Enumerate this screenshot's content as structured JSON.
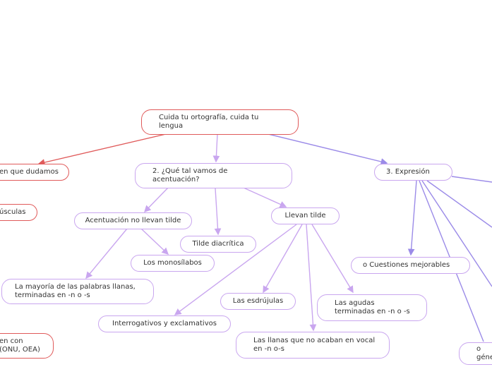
{
  "nodes": {
    "root": "Cuida tu ortografía, cuida tu\nlengua",
    "dudamos": "en que dudamos",
    "usculas": "úsculas",
    "siglas": "en con\n(ONU, OEA)",
    "acentuacion": "2.      ¿Qué tal vamos de\nacentuación?",
    "no_llevan": "Acentuación no llevan tilde",
    "diacritica": "Tilde diacrítica",
    "llevan": "Llevan tilde",
    "monosilabos": "Los monosílabos",
    "llanas_no": "La mayoría de las palabras llanas,\nterminadas en -n o -s",
    "interrogativos": "Interrogativos y exclamativos",
    "esdrujulas": "Las esdrújulas",
    "agudas": "Las agudas\nterminadas en -n o -s",
    "llanas_si": "Las llanas que no acaban en vocal\nen -n o-s",
    "expresion": "3.      Expresión",
    "mejorables": "o      Cuestiones mejorables",
    "genero": "o\ngéne"
  },
  "colors": {
    "red": "#e05a5a",
    "purple": "#c9a6ef",
    "blue": "#9b8be8"
  }
}
